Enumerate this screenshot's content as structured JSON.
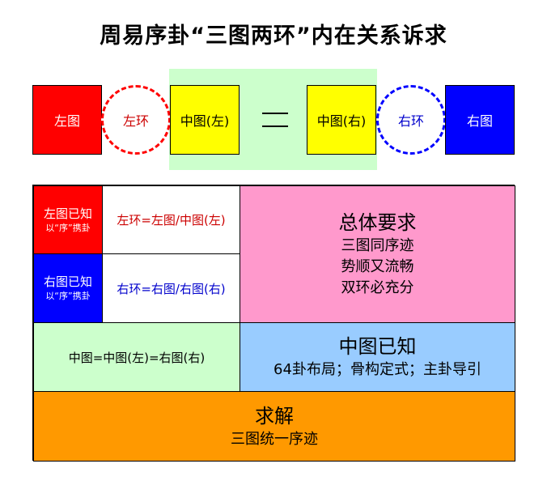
{
  "title": "周易序卦“三图两环”内在关系诉求",
  "top_row": {
    "left_map": "左图",
    "left_ring": "左环",
    "mid_left": "中图(左)",
    "mid_right": "中图(右)",
    "right_ring": "右环",
    "right_map": "右图"
  },
  "grid": {
    "left_known": {
      "line1": "左图已知",
      "line2": "以“序”携卦"
    },
    "left_formula": "左环=左图/中图(左)",
    "right_known": {
      "line1": "右图已知",
      "line2": "以“序”携卦"
    },
    "right_formula": "右环=右图/右图(右)",
    "overall": {
      "heading": "总体要求",
      "items": [
        "三图同序迹",
        "势顺又流畅",
        "双环必充分"
      ]
    },
    "middle_formula": "中图=中图(左)=右图(右)",
    "middle_known": {
      "heading": "中图已知",
      "detail": "64卦布局；骨构定式；主卦导引"
    },
    "solve": {
      "heading": "求解",
      "detail": "三图统一序迹"
    }
  },
  "colors": {
    "red": "#ff0000",
    "blue": "#0000ff",
    "yellow": "#ffff00",
    "light_green": "#ccffcc",
    "pink": "#ff99cc",
    "light_blue": "#99ccff",
    "orange": "#ff9900"
  }
}
